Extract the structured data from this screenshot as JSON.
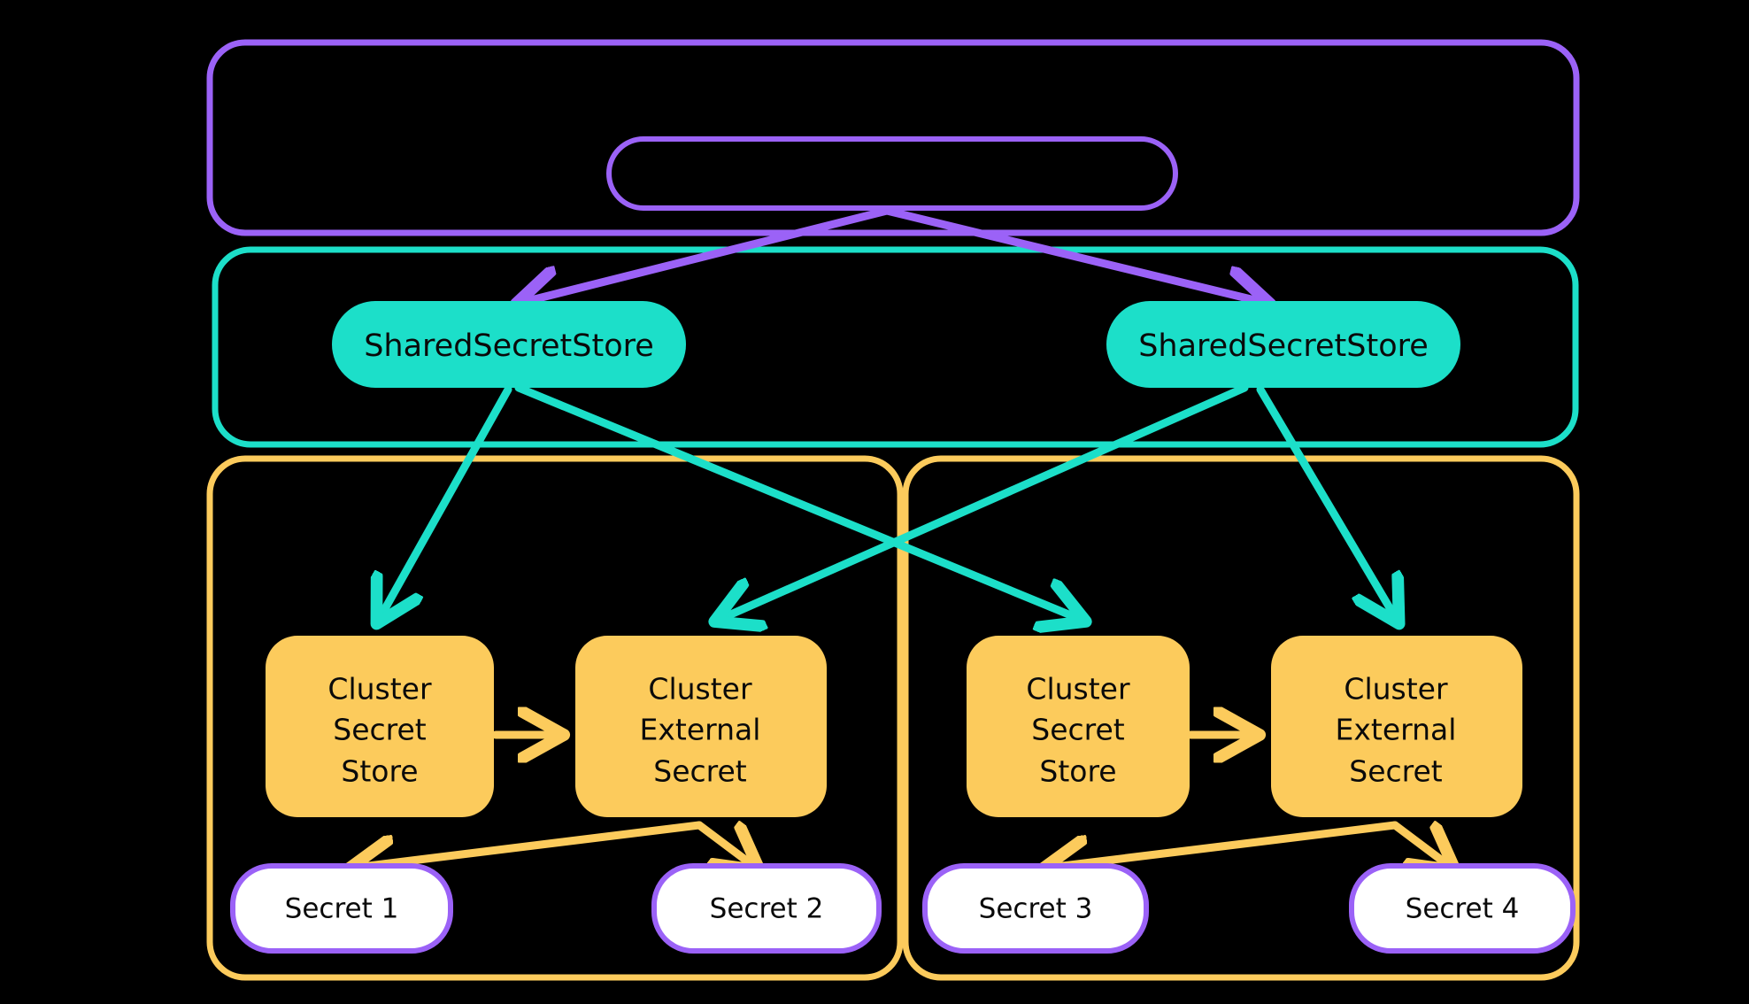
{
  "diagram": {
    "title": "External Secrets Operator shared secret store architecture",
    "background": "#000000",
    "colors": {
      "purple": "#9b62f7",
      "teal": "#1cdfc9",
      "yellow": "#fccb5c",
      "white": "#ffffff",
      "text": "#0a0a0a"
    }
  },
  "containers": {
    "operator_scope": {
      "name": "operator-scope-container",
      "label": "",
      "stroke": "#9b62f7"
    },
    "shared_scope": {
      "name": "shared-scope-container",
      "label": "",
      "stroke": "#1cdfc9"
    },
    "cluster_left": {
      "name": "cluster-left-container",
      "label": "",
      "stroke": "#fccb5c"
    },
    "cluster_right": {
      "name": "cluster-right-container",
      "label": "",
      "stroke": "#fccb5c"
    }
  },
  "nodes": {
    "operator": {
      "label": "",
      "fill": "none",
      "stroke": "#9b62f7"
    },
    "shared_store_left": {
      "label": "SharedSecretStore",
      "fill": "#1cdfc9"
    },
    "shared_store_right": {
      "label": "SharedSecretStore",
      "fill": "#1cdfc9"
    },
    "cluster_secret_store_left": {
      "lines": [
        "Cluster",
        "Secret",
        "Store"
      ],
      "fill": "#fccb5c"
    },
    "cluster_external_secret_left": {
      "lines": [
        "Cluster",
        "External",
        "Secret"
      ],
      "fill": "#fccb5c"
    },
    "cluster_secret_store_right": {
      "lines": [
        "Cluster",
        "Secret",
        "Store"
      ],
      "fill": "#fccb5c"
    },
    "cluster_external_secret_right": {
      "lines": [
        "Cluster",
        "External",
        "Secret"
      ],
      "fill": "#fccb5c"
    },
    "secret_1": {
      "label": "Secret 1",
      "fill": "#ffffff",
      "stroke": "#9b62f7"
    },
    "secret_2": {
      "label": "Secret 2",
      "fill": "#ffffff",
      "stroke": "#9b62f7"
    },
    "secret_3": {
      "label": "Secret 3",
      "fill": "#ffffff",
      "stroke": "#9b62f7"
    },
    "secret_4": {
      "label": "Secret 4",
      "fill": "#ffffff",
      "stroke": "#9b62f7"
    }
  },
  "edges": [
    {
      "name": "operator-to-shared-store-left",
      "color": "#9b62f7",
      "label": ""
    },
    {
      "name": "operator-to-shared-store-right",
      "color": "#9b62f7",
      "label": ""
    },
    {
      "name": "shared-left-to-cluster-secret-store-left",
      "color": "#1cdfc9",
      "label": ""
    },
    {
      "name": "shared-left-to-cluster-secret-store-right",
      "color": "#1cdfc9",
      "label": ""
    },
    {
      "name": "shared-right-to-cluster-external-secret-left",
      "color": "#1cdfc9",
      "label": ""
    },
    {
      "name": "shared-right-to-cluster-external-secret-right",
      "color": "#1cdfc9",
      "label": ""
    },
    {
      "name": "cluster-secret-store-left-to-cluster-external-secret-left",
      "color": "#fccb5c",
      "label": ""
    },
    {
      "name": "cluster-secret-store-right-to-cluster-external-secret-right",
      "color": "#fccb5c",
      "label": ""
    },
    {
      "name": "cluster-external-secret-left-to-secret-1",
      "color": "#fccb5c",
      "label": ""
    },
    {
      "name": "cluster-external-secret-left-to-secret-2",
      "color": "#fccb5c",
      "label": ""
    },
    {
      "name": "cluster-external-secret-right-to-secret-3",
      "color": "#fccb5c",
      "label": ""
    },
    {
      "name": "cluster-external-secret-right-to-secret-4",
      "color": "#fccb5c",
      "label": ""
    }
  ]
}
